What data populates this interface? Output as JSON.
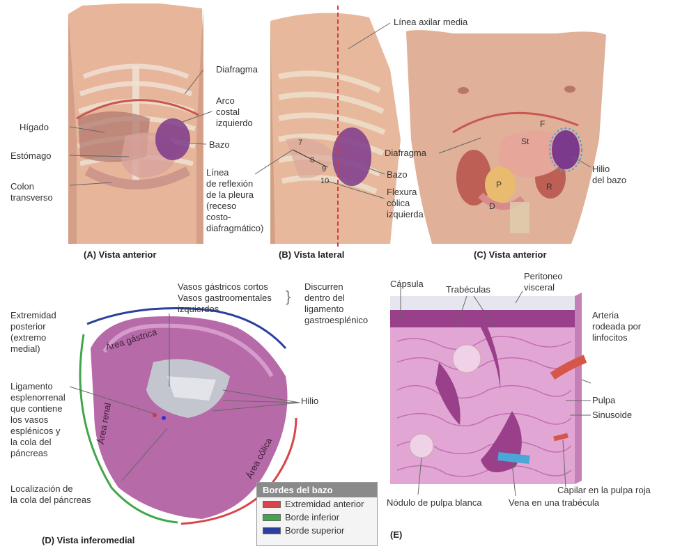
{
  "panels": {
    "A": {
      "caption": "(A) Vista anterior",
      "labels": {
        "diafragma": "Diafragma",
        "arco": "Arco\ncostal\nizquierdo",
        "higado": "Hígado",
        "bazo": "Bazo",
        "estomago": "Estómago",
        "colon": "Colon\ntransverso"
      }
    },
    "B": {
      "caption": "(B) Vista lateral",
      "labels": {
        "linea_axilar": "Línea axilar media",
        "bazo": "Bazo",
        "flexura": "Flexura\ncólica\nizquierda",
        "linea_reflexion": "Línea\nde reflexión\nde la pleura\n(receso\ncosto-\ndiafragmático)"
      },
      "rib_numbers": [
        "7",
        "8",
        "9",
        "10"
      ]
    },
    "C": {
      "caption": "(C) Vista anterior",
      "labels": {
        "diafragma": "Diafragma",
        "hilio": "Hilio\ndel bazo"
      },
      "organ_letters": [
        "F",
        "St",
        "P",
        "R",
        "D"
      ]
    },
    "D": {
      "caption": "(D) Vista inferomedial",
      "labels": {
        "vasos": "Vasos gástricos cortos\nVasos gastroomentales\nizquierdos",
        "discurren": "Discurren\ndentro del\nligamento\ngastroesplénico",
        "extremidad": "Extremidad\nposterior\n(extremo\nmedial)",
        "ligamento": "Ligamento\nesplenorrenal\nque contiene\nlos vasos\nesplénicos y\nla cola del\npáncreas",
        "hilio": "Hilio",
        "localizacion": "Localización de\nla cola del páncreas"
      },
      "area_labels": {
        "gastrica": "Área gástrica",
        "renal": "Área renal",
        "colica": "Área cólica"
      }
    },
    "E": {
      "caption": "(E)",
      "labels": {
        "capsula": "Cápsula",
        "trabeculas": "Trabéculas",
        "peritoneo": "Peritoneo\nvisceral",
        "arteria": "Arteria\nrodeada por\nlinfocitos",
        "pulpa": "Pulpa",
        "sinusoide": "Sinusoide",
        "capilar": "Capilar en la pulpa roja",
        "nodulo": "Nódulo de pulpa blanca",
        "vena": "Vena en una trabécula"
      }
    }
  },
  "legend": {
    "title": "Bordes del bazo",
    "items": [
      {
        "label": "Extremidad anterior",
        "color": "#d9444a"
      },
      {
        "label": "Borde inferior",
        "color": "#3fa64a"
      },
      {
        "label": "Borde superior",
        "color": "#2a3f9e"
      }
    ]
  }
}
